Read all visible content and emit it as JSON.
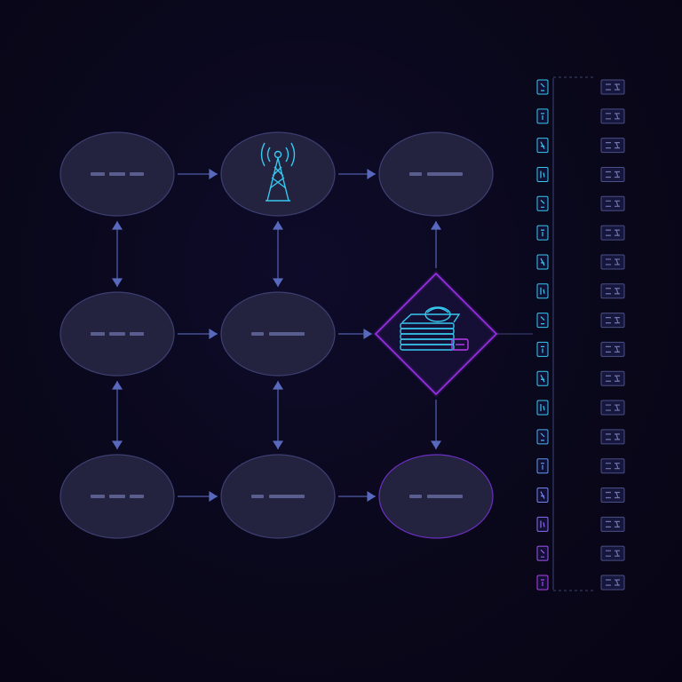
{
  "diagram": {
    "nodes": [
      {
        "id": "n11",
        "label": "",
        "icon": "none",
        "row": 1,
        "col": 1
      },
      {
        "id": "n12",
        "label": "",
        "icon": "radio-tower-icon",
        "row": 1,
        "col": 2
      },
      {
        "id": "n13",
        "label": "",
        "icon": "none",
        "row": 1,
        "col": 3
      },
      {
        "id": "n21",
        "label": "",
        "icon": "none",
        "row": 2,
        "col": 1
      },
      {
        "id": "n22",
        "label": "",
        "icon": "none",
        "row": 2,
        "col": 2
      },
      {
        "id": "n23",
        "label": "",
        "icon": "database-stack-icon",
        "row": 2,
        "col": 3,
        "shape": "diamond"
      },
      {
        "id": "n31",
        "label": "",
        "icon": "none",
        "row": 3,
        "col": 1
      },
      {
        "id": "n32",
        "label": "",
        "icon": "none",
        "row": 3,
        "col": 2
      },
      {
        "id": "n33",
        "label": "",
        "icon": "none",
        "row": 3,
        "col": 3
      }
    ],
    "edges": [
      {
        "from": "n11",
        "to": "n12",
        "type": "one-way"
      },
      {
        "from": "n12",
        "to": "n13",
        "type": "one-way"
      },
      {
        "from": "n21",
        "to": "n22",
        "type": "one-way"
      },
      {
        "from": "n22",
        "to": "n23",
        "type": "one-way"
      },
      {
        "from": "n31",
        "to": "n32",
        "type": "one-way"
      },
      {
        "from": "n32",
        "to": "n33",
        "type": "one-way"
      },
      {
        "from": "n11",
        "to": "n21",
        "type": "two-way"
      },
      {
        "from": "n21",
        "to": "n31",
        "type": "two-way"
      },
      {
        "from": "n12",
        "to": "n22",
        "type": "two-way"
      },
      {
        "from": "n22",
        "to": "n32",
        "type": "two-way"
      },
      {
        "from": "n23",
        "to": "n13",
        "type": "one-way"
      },
      {
        "from": "n23",
        "to": "n33",
        "type": "one-way"
      }
    ],
    "side_list": {
      "item_count": 18,
      "icon": "glyph-tag-icon",
      "color_top": "#37c8f0",
      "color_bottom": "#b53ef0"
    },
    "colors": {
      "background": "#0a0820",
      "node_fill": "#23233f",
      "edge": "#4f5ba8",
      "accent_cyan": "#37c8f0",
      "accent_violet": "#9b2fe8"
    }
  }
}
